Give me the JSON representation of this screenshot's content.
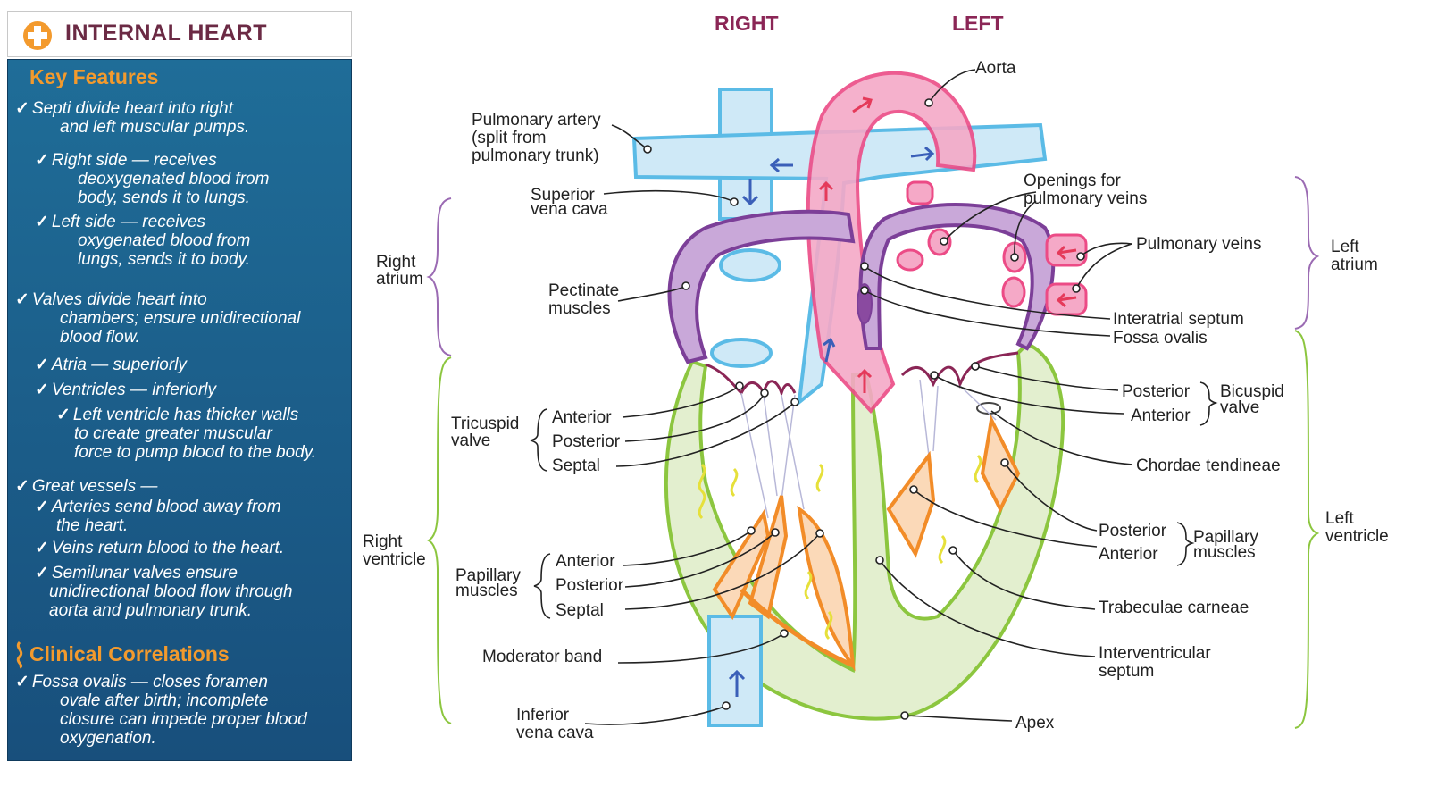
{
  "header": {
    "title": "INTERNAL HEART",
    "icon": "plus-icon"
  },
  "sidebar": {
    "key_features_heading": "Key Features",
    "key_features_lines": [
      {
        "check": true,
        "text": "Septi divide heart into right"
      },
      {
        "check": false,
        "text": "and left muscular pumps."
      },
      {
        "check": true,
        "text": "Right side — receives"
      },
      {
        "check": false,
        "text": "deoxygenated blood from"
      },
      {
        "check": false,
        "text": "body, sends it to lungs."
      },
      {
        "check": true,
        "text": "Left side — receives"
      },
      {
        "check": false,
        "text": "oxygenated blood from"
      },
      {
        "check": false,
        "text": "lungs, sends it to body."
      },
      {
        "check": true,
        "text": "Valves divide heart into"
      },
      {
        "check": false,
        "text": "chambers; ensure unidirectional"
      },
      {
        "check": false,
        "text": "blood flow."
      },
      {
        "check": true,
        "text": "Atria —  superiorly"
      },
      {
        "check": true,
        "text": "Ventricles — inferiorly"
      },
      {
        "check": true,
        "text": "Left ventricle has thicker walls"
      },
      {
        "check": false,
        "text": "to create greater muscular"
      },
      {
        "check": false,
        "text": "force to pump blood to the body."
      },
      {
        "check": true,
        "text": "Great vessels —"
      },
      {
        "check": true,
        "text": "Arteries send blood away from"
      },
      {
        "check": false,
        "text": "the heart."
      },
      {
        "check": true,
        "text": "Veins return blood to the heart."
      },
      {
        "check": true,
        "text": "Semilunar valves ensure"
      },
      {
        "check": false,
        "text": "unidirectional blood flow through"
      },
      {
        "check": false,
        "text": "aorta and pulmonary trunk."
      }
    ],
    "clinical_heading": "Clinical Correlations",
    "clinical_lines": [
      {
        "check": true,
        "text": "Fossa ovalis — closes foramen"
      },
      {
        "check": false,
        "text": "ovale after birth; incomplete"
      },
      {
        "check": false,
        "text": "closure can impede proper blood"
      },
      {
        "check": false,
        "text": "oxygenation."
      }
    ]
  },
  "diagram": {
    "side_right": "RIGHT",
    "side_left": "LEFT",
    "labels": {
      "aorta": "Aorta",
      "pulmonary_artery_1": "Pulmonary artery",
      "pulmonary_artery_2": "(split from",
      "pulmonary_artery_3": "pulmonary trunk)",
      "svc_1": "Superior",
      "svc_2": "vena cava",
      "openings_1": "Openings for",
      "openings_2": "pulmonary veins",
      "pulmonary_veins": "Pulmonary veins",
      "right_atrium_1": "Right",
      "right_atrium_2": "atrium",
      "left_atrium_1": "Left",
      "left_atrium_2": "atrium",
      "pectinate_1": "Pectinate",
      "pectinate_2": "muscles",
      "interatrial": "Interatrial septum",
      "fossa_ovalis": "Fossa ovalis",
      "tricuspid_1": "Tricuspid",
      "tricuspid_2": "valve",
      "tri_anterior": "Anterior",
      "tri_posterior": "Posterior",
      "tri_septal": "Septal",
      "bic_posterior": "Posterior",
      "bic_anterior": "Anterior",
      "bicuspid_1": "Bicuspid",
      "bicuspid_2": "valve",
      "chordae": "Chordae tendineae",
      "right_ventricle_1": "Right",
      "right_ventricle_2": "ventricle",
      "left_ventricle_1": "Left",
      "left_ventricle_2": "ventricle",
      "pap_1": "Papillary",
      "pap_2": "muscles",
      "pap_anterior": "Anterior",
      "pap_posterior": "Posterior",
      "pap_septal": "Septal",
      "lpap_posterior": "Posterior",
      "lpap_anterior": "Anterior",
      "lpap_1": "Papillary",
      "lpap_2": "muscles",
      "trabeculae": "Trabeculae carneae",
      "moderator": "Moderator band",
      "ivs_1": "Interventricular",
      "ivs_2": "septum",
      "ivc_1": "Inferior",
      "ivc_2": "vena cava",
      "apex": "Apex"
    },
    "colors": {
      "deoxygenated": "#5bbbe6",
      "oxygenated": "#ec4b86",
      "septum_wall": "#7c3f98",
      "ventricle_wall": "#8cc63f",
      "papillary": "#f28c28",
      "bracket_atrium": "#9b6bb3",
      "bracket_ventricle": "#8cc63f",
      "heading": "#8b2656"
    }
  }
}
